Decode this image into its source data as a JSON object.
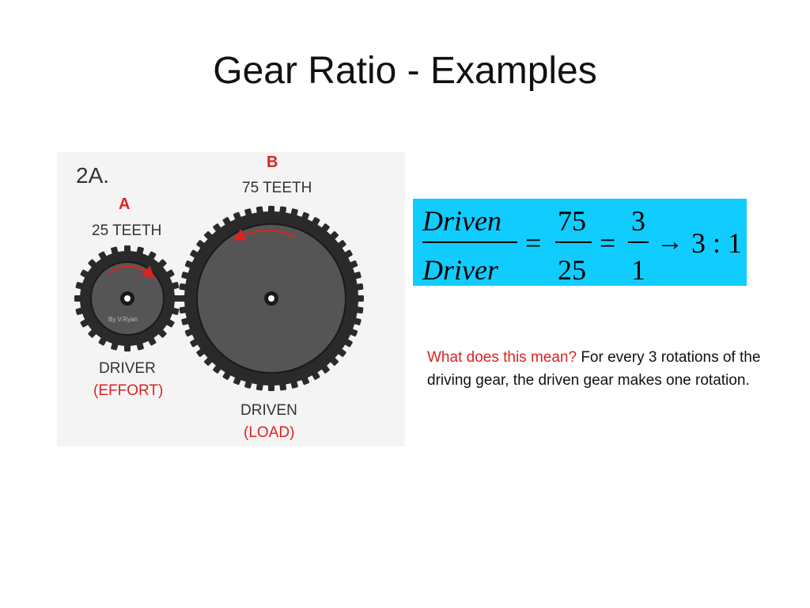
{
  "slide": {
    "title": "Gear Ratio - Examples"
  },
  "figure": {
    "label": "2A.",
    "gear_a": {
      "letter": "A",
      "teeth": "25  TEETH",
      "role": "DRIVER",
      "role_detail": "(EFFORT)",
      "watermark": "By V.Ryan"
    },
    "gear_b": {
      "letter": "B",
      "teeth": "75 TEETH",
      "role": "DRIVEN",
      "role_detail": "(LOAD)"
    }
  },
  "formula": {
    "numerator_word": "Driven",
    "denominator_word": "Driver",
    "eq1": "=",
    "numerator_value": "75",
    "denominator_value": "25",
    "eq2": "=",
    "numerator_reduced": "3",
    "denominator_reduced": "1",
    "arrow": "→",
    "result": "3 : 1"
  },
  "explanation": {
    "question": "What does this mean?",
    "answer": "For every 3 rotations of the driving gear, the driven gear makes one rotation."
  },
  "colors": {
    "accent_red": "#dd2222",
    "formula_bg": "#11ccff"
  }
}
